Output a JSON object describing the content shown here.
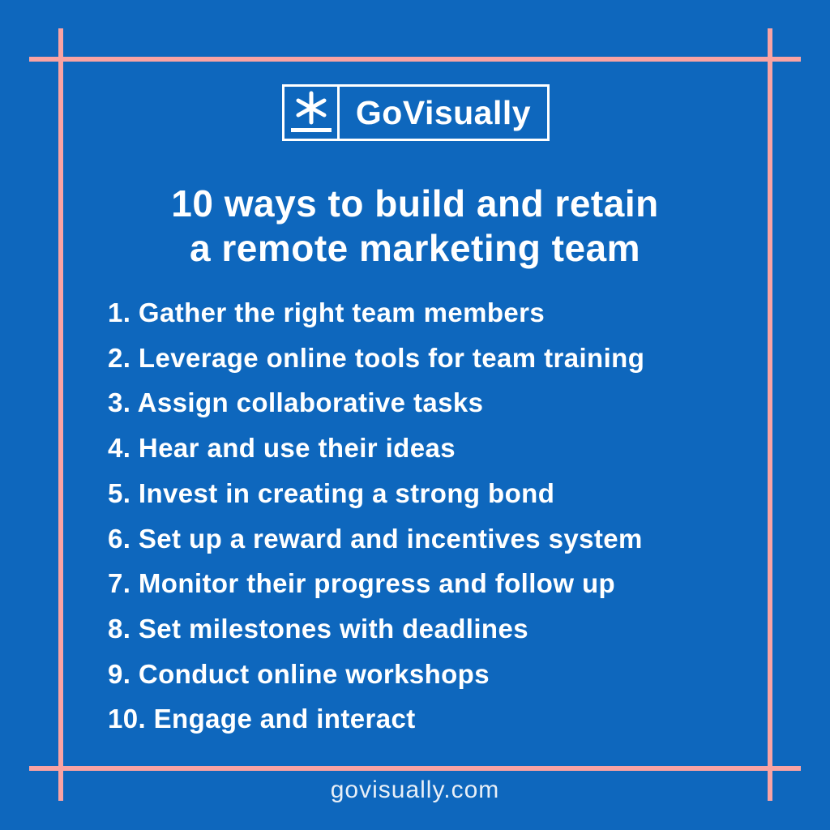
{
  "theme": {
    "background_blue": "#0E67BD",
    "frame_pink": "#F9A3A3",
    "text_white": "#FFFFFF",
    "footer_text_color": "#E8EFF7"
  },
  "logo": {
    "brand_name": "GoVisually",
    "icon": "asterisk-icon"
  },
  "title": {
    "line1": "10 ways to build and retain",
    "line2": "a remote marketing team"
  },
  "list": {
    "items": [
      "1. Gather the right team members",
      "2. Leverage online tools for team training",
      "3. Assign collaborative tasks",
      "4. Hear and use their ideas",
      "5. Invest in creating a strong bond",
      "6. Set up a reward and incentives system",
      "7. Monitor their progress and follow up",
      "8. Set milestones with deadlines",
      "9. Conduct online workshops",
      "10. Engage and interact"
    ]
  },
  "footer": {
    "website": "govisually.com"
  }
}
